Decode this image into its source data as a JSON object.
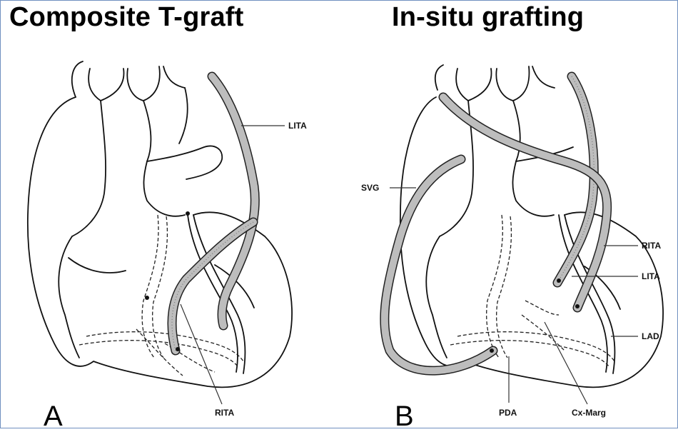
{
  "panel_a": {
    "title": "Composite T-graft",
    "letter": "A",
    "labels": {
      "lita": "LITA",
      "rita": "RITA"
    }
  },
  "panel_b": {
    "title": "In-situ grafting",
    "letter": "B",
    "labels": {
      "svg": "SVG",
      "rita": "RITA",
      "lita": "LITA",
      "lad": "LAD",
      "pda": "PDA",
      "cx_marg": "Cx-Marg"
    }
  },
  "colors": {
    "frame_border": "#6f8fbf",
    "graft_fill": "#bdbdbd",
    "ink": "#111111"
  }
}
